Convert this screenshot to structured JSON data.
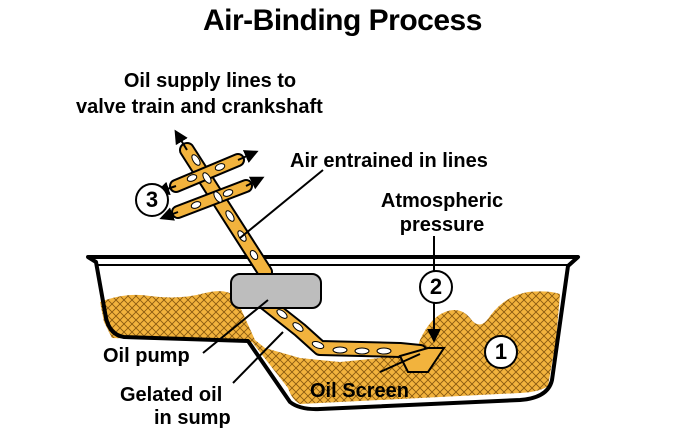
{
  "title": "Air-Binding Process",
  "labels": {
    "supply_line1": "Oil supply lines to",
    "supply_line2": "valve train and crankshaft",
    "air": "Air entrained in lines",
    "atmo1": "Atmospheric",
    "atmo2": "pressure",
    "pump": "Oil pump",
    "gel1": "Gelated oil",
    "gel2": "in sump",
    "screen": "Oil Screen"
  },
  "callouts": {
    "c1": "1",
    "c2": "2",
    "c3": "3"
  },
  "colors": {
    "oil": "#f2b33d",
    "hatch": "#8a5a10",
    "pump": "#bdbdbd",
    "line": "#000000"
  }
}
